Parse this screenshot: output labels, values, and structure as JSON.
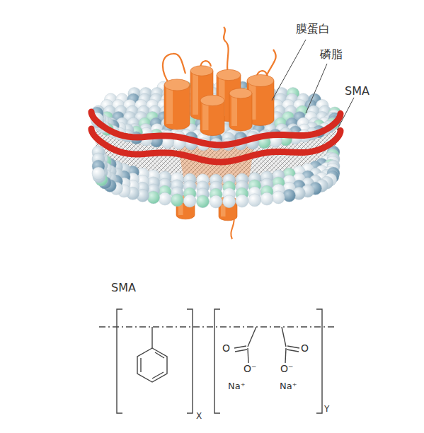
{
  "diagram": {
    "labels": [
      "膜蛋白",
      "磷脂",
      "SMA",
      "SMA",
      "O",
      "O",
      "O⁻",
      "O⁻",
      "Na⁺",
      "Na⁺",
      "X",
      "Y"
    ]
  }
}
